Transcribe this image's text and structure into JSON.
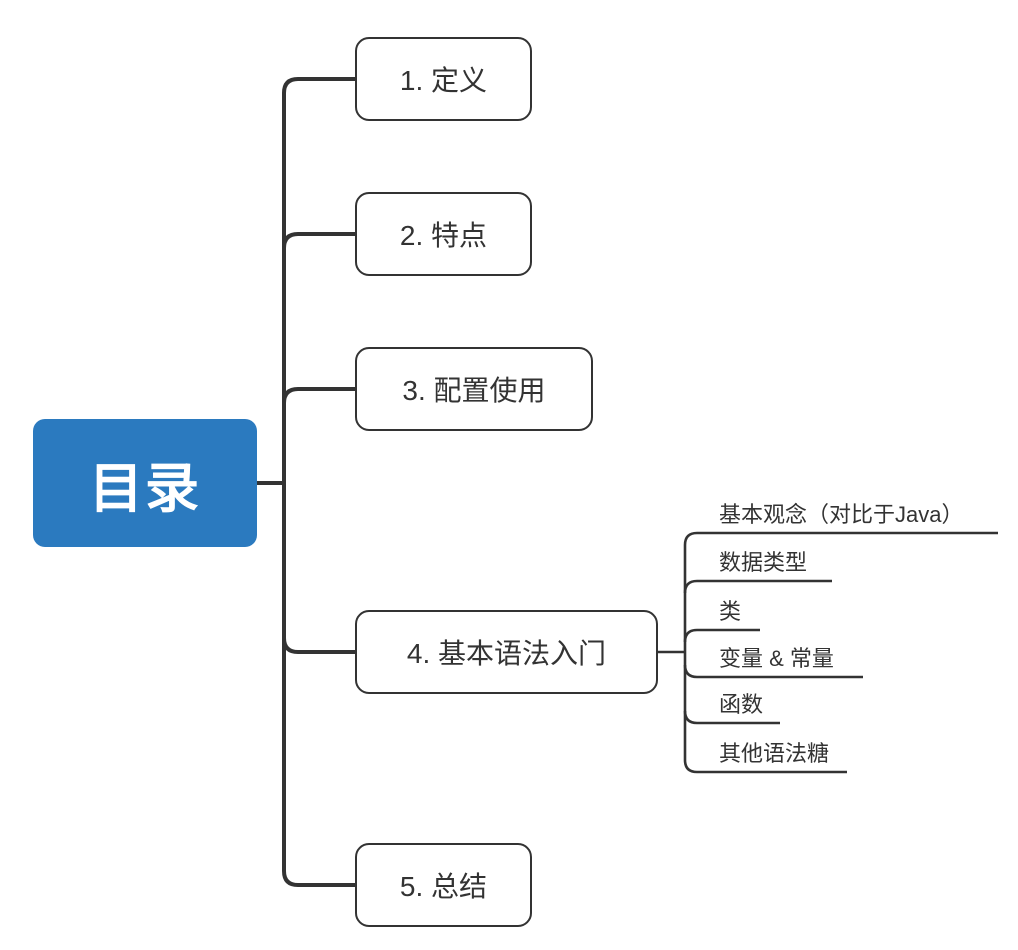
{
  "title": "目录思维导图",
  "colors": {
    "canvas_bg": "#ffffff",
    "root_bg": "#2b7abf",
    "root_text": "#ffffff",
    "node_bg": "#ffffff",
    "node_border": "#333333",
    "node_text": "#333333",
    "line": "#333333"
  },
  "root": {
    "label": "目录"
  },
  "branches": [
    {
      "label": "1. 定义"
    },
    {
      "label": "2. 特点"
    },
    {
      "label": "3. 配置使用"
    },
    {
      "label": "4. 基本语法入门",
      "children": [
        {
          "label": "基本观念（对比于Java）"
        },
        {
          "label": "数据类型"
        },
        {
          "label": "类"
        },
        {
          "label": "变量 & 常量"
        },
        {
          "label": "函数"
        },
        {
          "label": "其他语法糖"
        }
      ]
    },
    {
      "label": "5. 总结"
    }
  ]
}
